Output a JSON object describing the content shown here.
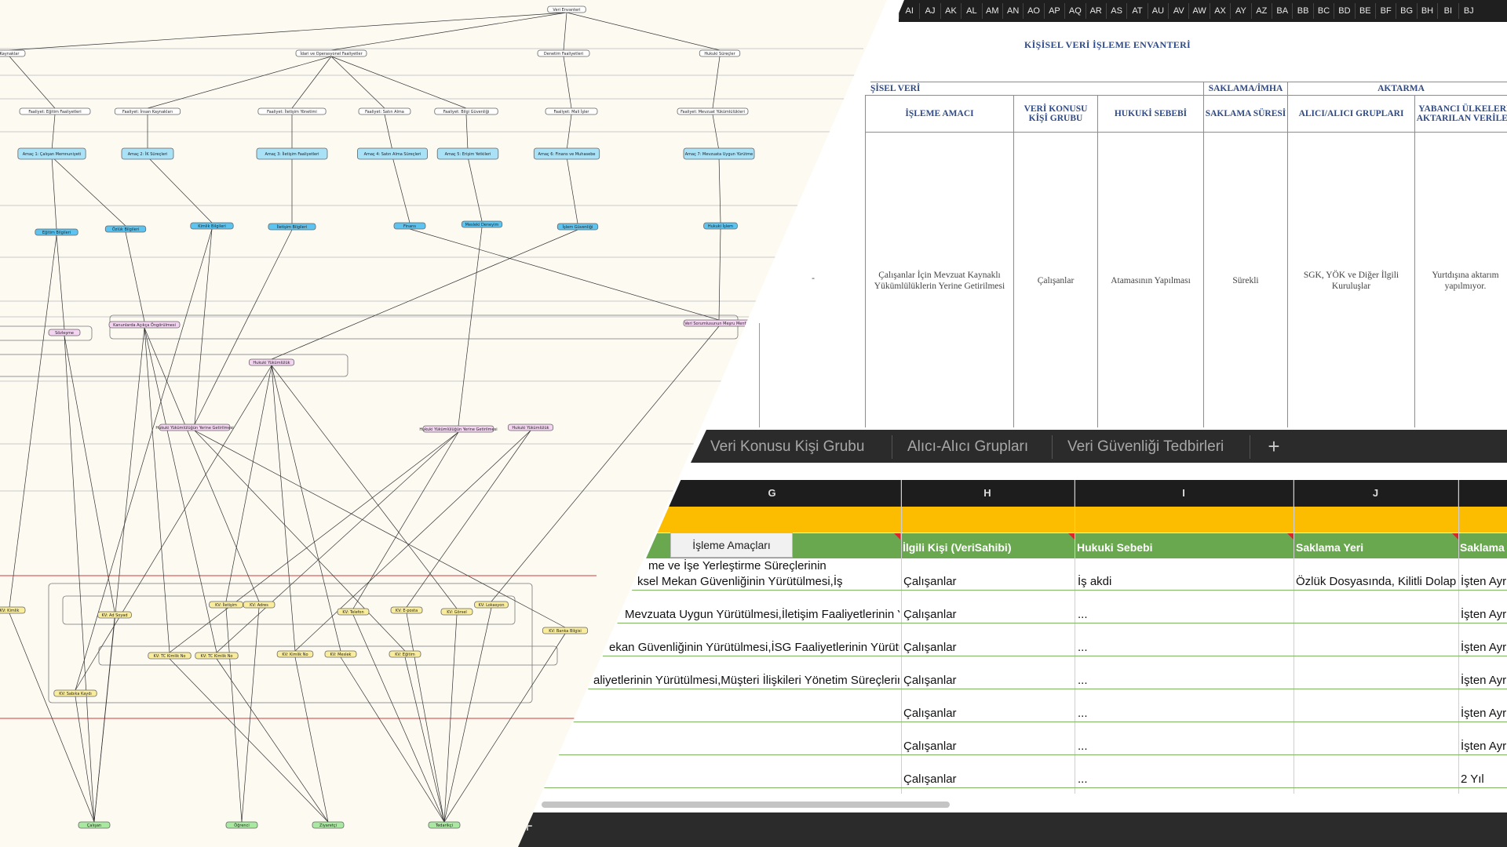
{
  "diagram": {
    "nodes": [
      {
        "id": "root",
        "label": "Veri Envanteri"
      },
      {
        "id": "h1",
        "label": "Kaynaklar"
      },
      {
        "id": "h2",
        "label": "İdari ve Operasyonel Faaliyetler"
      },
      {
        "id": "h3",
        "label": "Denetim Faaliyetleri"
      },
      {
        "id": "h4",
        "label": "Hukuki Süreçler"
      },
      {
        "id": "p1",
        "label": "Faaliyet: Eğitim Faaliyetleri"
      },
      {
        "id": "p2",
        "label": "Faaliyet: İnsan Kaynakları"
      },
      {
        "id": "p3",
        "label": "Faaliyet: İletişim Yönetimi"
      },
      {
        "id": "p4",
        "label": "Faaliyet: Satın Alma"
      },
      {
        "id": "p5",
        "label": "Faaliyet: Bilgi Güvenliği"
      },
      {
        "id": "p6",
        "label": "Faaliyet: Mali İşler"
      },
      {
        "id": "p7",
        "label": "Faaliyet: Mevzuat Yükümlülükleri"
      },
      {
        "id": "a1",
        "label": "Amaç 1: Çalışan Memnuniyeti"
      },
      {
        "id": "a2",
        "label": "Amaç 2: İK Süreçleri"
      },
      {
        "id": "a3",
        "label": "Amaç 3: İletişim Faaliyetleri"
      },
      {
        "id": "a4",
        "label": "Amaç 4: Satın Alma Süreçleri"
      },
      {
        "id": "a5",
        "label": "Amaç 5: Erişim Yetkileri"
      },
      {
        "id": "a6",
        "label": "Amaç 6: Finans ve Muhasebe"
      },
      {
        "id": "a7",
        "label": "Amaç 7: Mevzuata Uygun Yürütme"
      },
      {
        "id": "g1",
        "label": "Eğitim Bilgileri"
      },
      {
        "id": "g2",
        "label": "Özlük Bilgileri"
      },
      {
        "id": "g3",
        "label": "Kimlik Bilgileri"
      },
      {
        "id": "g4",
        "label": "İletişim Bilgileri"
      },
      {
        "id": "g5",
        "label": "Finans"
      },
      {
        "id": "g6",
        "label": "Mesleki Deneyim"
      },
      {
        "id": "g7",
        "label": "İşlem Güvenliği"
      },
      {
        "id": "g8",
        "label": "Hukuki İşlem"
      },
      {
        "id": "m1",
        "label": "Sözleşme"
      },
      {
        "id": "m2",
        "label": "Kanunlarda Açıkça Öngörülmesi"
      },
      {
        "id": "m3",
        "label": "Veri Sorumlusunun Meşru Menfaati"
      },
      {
        "id": "m4",
        "label": "Hukuki Yükümlülük"
      },
      {
        "id": "m5",
        "label": "Hukuki Yükümlülüğün Yerine Getirilmesi"
      },
      {
        "id": "m6",
        "label": "Hukuki Yükümlülüğün Yerine Getirilmesi"
      },
      {
        "id": "m7",
        "label": "Hukuki Yükümlülük"
      },
      {
        "id": "k1",
        "label": "KV: Kimlik"
      },
      {
        "id": "k2",
        "label": "KV: Ad Soyad"
      },
      {
        "id": "k3",
        "label": "KV: İletişim"
      },
      {
        "id": "k4",
        "label": "KV: Adres"
      },
      {
        "id": "k5",
        "label": "KV: Telefon"
      },
      {
        "id": "k6",
        "label": "KV: E-posta"
      },
      {
        "id": "k7",
        "label": "KV: Görsel"
      },
      {
        "id": "k8",
        "label": "KV: Lokasyon"
      },
      {
        "id": "k9",
        "label": "KV: Banka Bilgisi"
      },
      {
        "id": "k10",
        "label": "KV: TC Kimlik No"
      },
      {
        "id": "k11",
        "label": "KV: TC Kimlik No"
      },
      {
        "id": "k12",
        "label": "KV: Kimlik No"
      },
      {
        "id": "k13",
        "label": "KV: Meslek"
      },
      {
        "id": "k14",
        "label": "KV: Eğitim"
      },
      {
        "id": "k15",
        "label": "KV: Sabıka Kaydı"
      },
      {
        "id": "r1",
        "label": "Çalışan"
      },
      {
        "id": "r2",
        "label": "Öğrenci"
      },
      {
        "id": "r3",
        "label": "Ziyaretçi"
      },
      {
        "id": "r4",
        "label": "Tedarikçi"
      }
    ]
  },
  "inventory": {
    "title": "KİŞİSEL VERİ İŞLEME ENVANTERİ",
    "column_letters": [
      "AI",
      "AJ",
      "AK",
      "AL",
      "AM",
      "AN",
      "AO",
      "AP",
      "AQ",
      "AR",
      "AS",
      "AT",
      "AU",
      "AV",
      "AW",
      "AX",
      "AY",
      "AZ",
      "BA",
      "BB",
      "BC",
      "BD",
      "BE",
      "BF",
      "BG",
      "BH",
      "BI",
      "BJ"
    ],
    "group_headers": [
      "ŞİSEL VERİ",
      "SAKLAMA/İMHA",
      "AKTARMA"
    ],
    "column_headers": [
      "İŞLEME AMACI",
      "VERİ KONUSU KİŞİ GRUBU",
      "HUKUKİ SEBEBİ",
      "SAKLAMA SÜRESİ",
      "ALICI/ALICI GRUPLARI",
      "YABANCI ÜLKELERE AKTARILAN VERİLER"
    ],
    "row": {
      "purpose": "Çalışanlar İçin Mevzuat Kaynaklı Yükümlülüklerin Yerine Getirilmesi",
      "group": "Çalışanlar",
      "legal_basis": "Atamasının Yapılması",
      "retention": "Sürekli",
      "recipients": "SGK, YÖK ve Diğer İlgili Kuruluşlar",
      "foreign": "Yurtdışına aktarım yapılmıyor.",
      "mark": "-"
    }
  },
  "sheet_tabs": {
    "tabs": [
      "Veri Konusu Kişi Grubu",
      "Alıcı-Alıcı Grupları",
      "Veri Güvenliği Tedbirleri"
    ],
    "add_label": "+"
  },
  "sheet": {
    "column_letters": [
      "G",
      "H",
      "I",
      "J"
    ],
    "active_tab": "İşleme Amaçları",
    "headers": [
      "İlgili Kişi (VeriSahibi)",
      "Hukuki Sebebi",
      "Saklama Yeri",
      "Saklama Süresi"
    ],
    "g_rows": [
      "me ve İşe Yerleştirme Süreçlerinin",
      "ksel Mekan Güvenliğinin Yürütülmesi,İş",
      "Mevzuata Uygun Yürütülmesi,İletişim Faaliyetlerinin Yürütülmesi",
      "ekan Güvenliğinin Yürütülmesi,İSG Faaliyetlerinin Yürütülmesi",
      "aliyetlerinin Yürütülmesi,Müşteri İlişkileri Yönetim Süreçlerinin"
    ],
    "rows": [
      {
        "h": "Çalışanlar",
        "i": "İş akdi",
        "j": "Özlük Dosyasında, Kilitli Dolap",
        "k": "İşten Ayrılma"
      },
      {
        "h": "Çalışanlar",
        "i": "...",
        "j": "",
        "k": "İşten Ayrılma"
      },
      {
        "h": "Çalışanlar",
        "i": "...",
        "j": "",
        "k": "İşten Ayrılma"
      },
      {
        "h": "Çalışanlar",
        "i": "...",
        "j": "",
        "k": "İşten Ayrılma"
      },
      {
        "h": "Çalışanlar",
        "i": "...",
        "j": "",
        "k": "İşten Ayrılma"
      },
      {
        "h": "Çalışanlar",
        "i": "...",
        "j": "",
        "k": "İşten Ayrılma"
      },
      {
        "h": "Çalışanlar",
        "i": "...",
        "j": "",
        "k": "2 Yıl"
      }
    ],
    "add_label": "+"
  },
  "colors": {
    "yellow": "#fcbd00",
    "green": "#69a84f",
    "navy": "#2e4a86",
    "diagram_bg": "#fdfaf2"
  }
}
